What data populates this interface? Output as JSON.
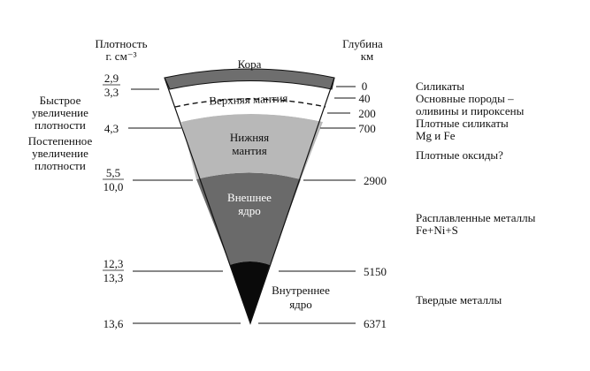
{
  "headers": {
    "density_title": "Плотность",
    "density_unit": "г. см⁻³",
    "depth_title": "Глубина",
    "depth_unit": "км"
  },
  "layers": {
    "crust": "Кора",
    "upper_mantle": "Верхняя мантия",
    "lower_mantle_line1": "Нижняя",
    "lower_mantle_line2": "мантия",
    "outer_core_line1": "Внешнее",
    "outer_core_line2": "ядро",
    "inner_core_line1": "Внутреннее",
    "inner_core_line2": "ядро"
  },
  "density_notes": {
    "rapid_line1": "Быстрое",
    "rapid_line2": "увеличение",
    "rapid_line3": "плотности",
    "gradual_line1": "Постепенное",
    "gradual_line2": "увеличение",
    "gradual_line3": "плотности"
  },
  "density_values": {
    "crust_top": "2,9",
    "crust_bottom": "3,3",
    "mantle_700": "4,3",
    "mantle_bottom": "5,5",
    "core_top": "10,0",
    "outer_core_bottom": "12,3",
    "inner_core_top": "13,3",
    "center": "13,6"
  },
  "depth_values": {
    "d0": "0",
    "d40": "40",
    "d200": "200",
    "d700": "700",
    "d2900": "2900",
    "d5150": "5150",
    "d6371": "6371"
  },
  "composition": {
    "silicates": "Силикаты",
    "basic_line1": "Основные породы –",
    "basic_line2": "оливины и пироксены",
    "dense_silicates_line1": "Плотные силикаты",
    "dense_silicates_line2": "Mg и Fe",
    "dense_oxides": "Плотные оксиды?",
    "molten_line1": "Расплавленные металлы",
    "molten_line2": "Fe+Ni+S",
    "solid_metals": "Твердые металлы"
  },
  "colors": {
    "crust": "#6e6e6e",
    "upper_mantle": "#ffffff",
    "lower_mantle": "#b8b8b8",
    "outer_core": "#6a6a6a",
    "inner_core": "#0a0a0a",
    "lines": "#111111"
  }
}
